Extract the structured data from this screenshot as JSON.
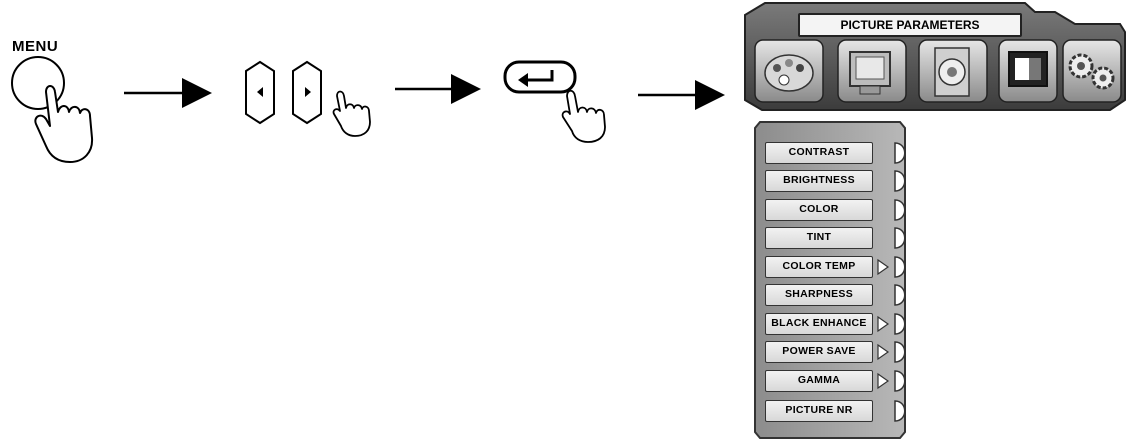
{
  "step1": {
    "label": "MENU",
    "icon": "hand-press-icon"
  },
  "step2": {
    "icons": [
      "left-arrow-button-icon",
      "right-arrow-button-icon",
      "hand-press-icon"
    ]
  },
  "step3": {
    "icons": [
      "enter-button-icon",
      "hand-press-icon"
    ]
  },
  "osd": {
    "title": "PICTURE PARAMETERS",
    "tabs": [
      {
        "icon": "palette-icon"
      },
      {
        "icon": "monitor-icon"
      },
      {
        "icon": "speaker-icon"
      },
      {
        "icon": "screen-icon"
      },
      {
        "icon": "gears-icon"
      }
    ]
  },
  "submenu": {
    "items": [
      {
        "label": "CONTRAST",
        "has_submenu": false
      },
      {
        "label": "BRIGHTNESS",
        "has_submenu": false
      },
      {
        "label": "COLOR",
        "has_submenu": false
      },
      {
        "label": "TINT",
        "has_submenu": false
      },
      {
        "label": "COLOR TEMP",
        "has_submenu": true
      },
      {
        "label": "SHARPNESS",
        "has_submenu": false
      },
      {
        "label": "BLACK ENHANCE",
        "has_submenu": true
      },
      {
        "label": "POWER SAVE",
        "has_submenu": true
      },
      {
        "label": "GAMMA",
        "has_submenu": true
      },
      {
        "label": "PICTURE NR",
        "has_submenu": false
      }
    ]
  }
}
